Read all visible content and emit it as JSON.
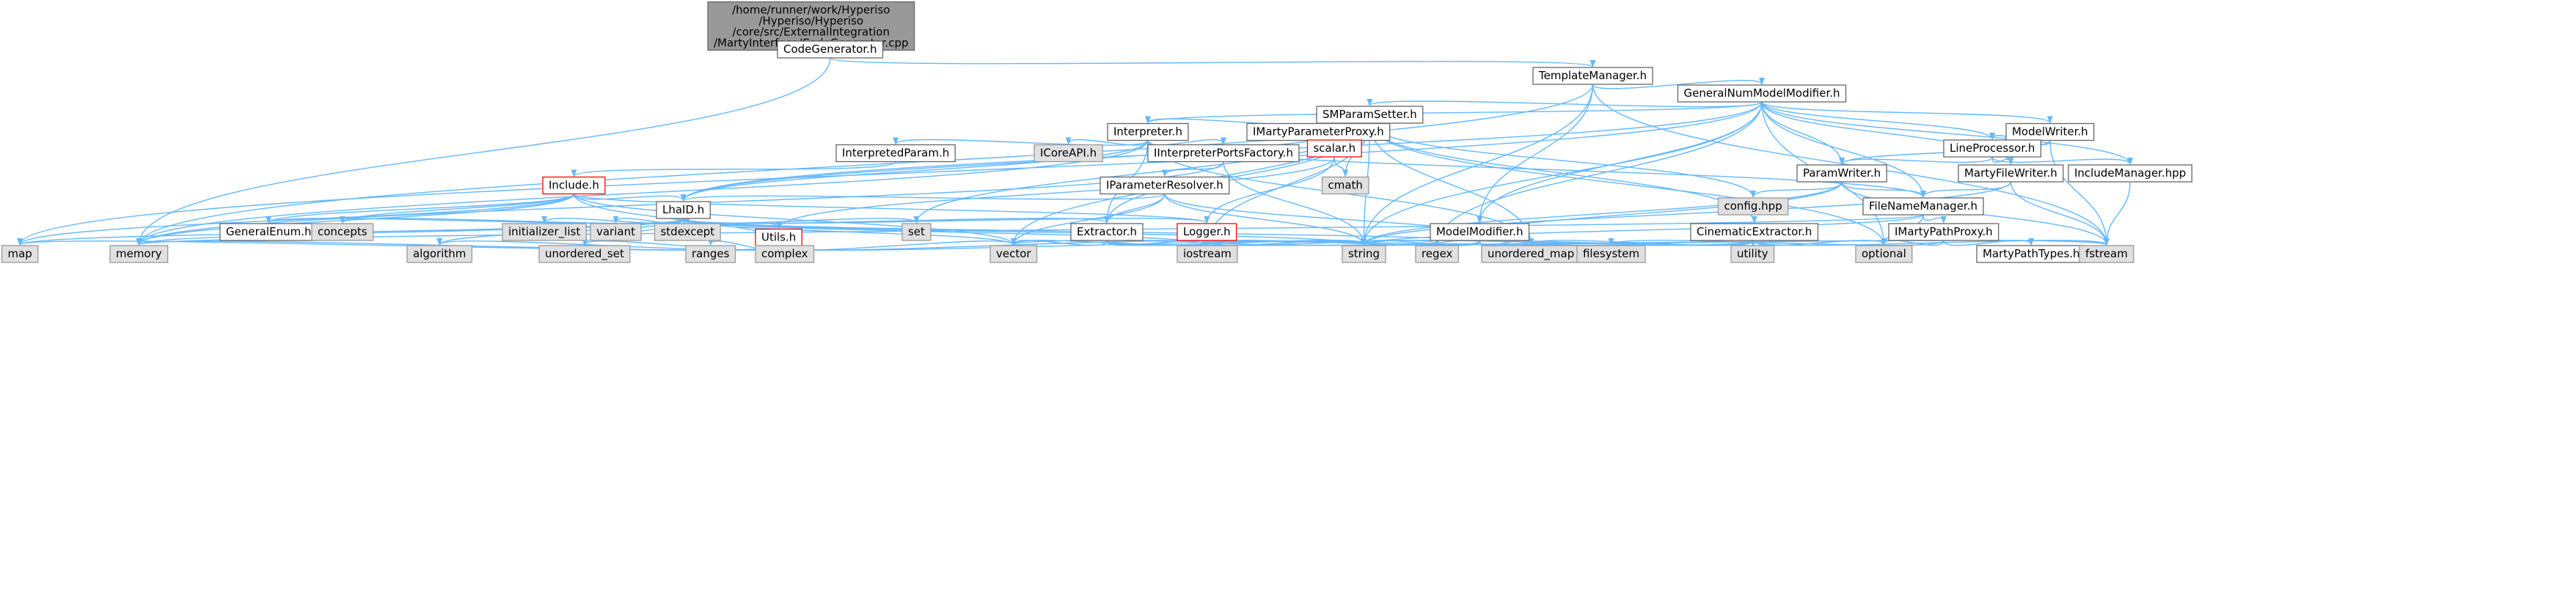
{
  "colors": {
    "edge": "#63b8ff",
    "root_fill": "#999999",
    "node_fill": "#ffffff",
    "node_stroke": "#666666",
    "system_fill": "#e0e0e0",
    "system_stroke": "#999999",
    "truncated_stroke": "#ff0000"
  },
  "nodes": [
    {
      "id": "root",
      "lines": [
        "/home/runner/work/Hyperiso",
        "/Hyperiso/Hyperiso",
        "/core/src/ExternalIntegration",
        "/MartyInterface/CodeGenerator.cpp"
      ],
      "kind": "root"
    },
    {
      "id": "codegen",
      "label": "CodeGenerator.h",
      "kind": "header"
    },
    {
      "id": "templmgr",
      "label": "TemplateManager.h",
      "kind": "header"
    },
    {
      "id": "gnmm",
      "label": "GeneralNumModelModifier.h",
      "kind": "header"
    },
    {
      "id": "smps",
      "label": "SMParamSetter.h",
      "kind": "header"
    },
    {
      "id": "interp",
      "label": "Interpreter.h",
      "kind": "header"
    },
    {
      "id": "imarty",
      "label": "IMartyParameterProxy.h",
      "kind": "header"
    },
    {
      "id": "scalar",
      "label": "scalar.h",
      "kind": "truncated"
    },
    {
      "id": "modelwriter",
      "label": "ModelWriter.h",
      "kind": "header"
    },
    {
      "id": "lineproc",
      "label": "LineProcessor.h",
      "kind": "header"
    },
    {
      "id": "includemgr",
      "label": "IncludeManager.hpp",
      "kind": "header"
    },
    {
      "id": "paramwriter",
      "label": "ParamWriter.h",
      "kind": "header"
    },
    {
      "id": "martyfw",
      "label": "MartyFileWriter.h",
      "kind": "header"
    },
    {
      "id": "interpparam",
      "label": "InterpretedParam.h",
      "kind": "header"
    },
    {
      "id": "icoreapi",
      "label": "ICoreAPI.h",
      "kind": "system"
    },
    {
      "id": "iipf",
      "label": "IInterpreterPortsFactory.h",
      "kind": "header"
    },
    {
      "id": "iparamres",
      "label": "IParameterResolver.h",
      "kind": "header"
    },
    {
      "id": "include",
      "label": "Include.h",
      "kind": "truncated"
    },
    {
      "id": "cmath",
      "label": "cmath",
      "kind": "system"
    },
    {
      "id": "config",
      "label": "config.hpp",
      "kind": "system"
    },
    {
      "id": "filenamemgr",
      "label": "FileNameManager.h",
      "kind": "header"
    },
    {
      "id": "lhaid",
      "label": "LhaID.h",
      "kind": "header"
    },
    {
      "id": "generalenum",
      "label": "GeneralEnum.h",
      "kind": "header"
    },
    {
      "id": "concepts",
      "label": "concepts",
      "kind": "system"
    },
    {
      "id": "initlist",
      "label": "initializer_list",
      "kind": "system"
    },
    {
      "id": "variant",
      "label": "variant",
      "kind": "system"
    },
    {
      "id": "stdexcept",
      "label": "stdexcept",
      "kind": "system"
    },
    {
      "id": "set",
      "label": "set",
      "kind": "system"
    },
    {
      "id": "extractor",
      "label": "Extractor.h",
      "kind": "header"
    },
    {
      "id": "logger",
      "label": "Logger.h",
      "kind": "truncated"
    },
    {
      "id": "utils",
      "label": "Utils.h",
      "kind": "truncated"
    },
    {
      "id": "modelmod",
      "label": "ModelModifier.h",
      "kind": "header"
    },
    {
      "id": "cinext",
      "label": "CinematicExtractor.h",
      "kind": "header"
    },
    {
      "id": "imartypp",
      "label": "IMartyPathProxy.h",
      "kind": "header"
    },
    {
      "id": "martypt",
      "label": "MartyPathTypes.h",
      "kind": "header"
    },
    {
      "id": "map",
      "label": "map",
      "kind": "system"
    },
    {
      "id": "memory",
      "label": "memory",
      "kind": "system"
    },
    {
      "id": "algorithm",
      "label": "algorithm",
      "kind": "system"
    },
    {
      "id": "unordset",
      "label": "unordered_set",
      "kind": "system"
    },
    {
      "id": "ranges",
      "label": "ranges",
      "kind": "system"
    },
    {
      "id": "complex",
      "label": "complex",
      "kind": "system"
    },
    {
      "id": "vector",
      "label": "vector",
      "kind": "system"
    },
    {
      "id": "iostream",
      "label": "iostream",
      "kind": "system"
    },
    {
      "id": "string",
      "label": "string",
      "kind": "system"
    },
    {
      "id": "regex",
      "label": "regex",
      "kind": "system"
    },
    {
      "id": "unordmap",
      "label": "unordered_map",
      "kind": "system"
    },
    {
      "id": "filesystem",
      "label": "filesystem",
      "kind": "system"
    },
    {
      "id": "utility",
      "label": "utility",
      "kind": "system"
    },
    {
      "id": "optional",
      "label": "optional",
      "kind": "system"
    },
    {
      "id": "fstream",
      "label": "fstream",
      "kind": "system"
    }
  ],
  "edges": [
    [
      "root",
      "codegen"
    ],
    [
      "codegen",
      "templmgr"
    ],
    [
      "codegen",
      "memory"
    ],
    [
      "templmgr",
      "gnmm"
    ],
    [
      "templmgr",
      "modelmod"
    ],
    [
      "templmgr",
      "string"
    ],
    [
      "templmgr",
      "memory"
    ],
    [
      "templmgr",
      "fstream"
    ],
    [
      "gnmm",
      "smps"
    ],
    [
      "gnmm",
      "interp"
    ],
    [
      "gnmm",
      "modelwriter"
    ],
    [
      "gnmm",
      "lineproc"
    ],
    [
      "gnmm",
      "includemgr"
    ],
    [
      "gnmm",
      "paramwriter"
    ],
    [
      "gnmm",
      "martyfw"
    ],
    [
      "gnmm",
      "filenamemgr"
    ],
    [
      "gnmm",
      "modelmod"
    ],
    [
      "gnmm",
      "lhaid"
    ],
    [
      "gnmm",
      "map"
    ],
    [
      "gnmm",
      "string"
    ],
    [
      "gnmm",
      "regex"
    ],
    [
      "gnmm",
      "optional"
    ],
    [
      "smps",
      "interp"
    ],
    [
      "smps",
      "imarty"
    ],
    [
      "smps",
      "cmath"
    ],
    [
      "smps",
      "config"
    ],
    [
      "smps",
      "extractor"
    ],
    [
      "smps",
      "cinext"
    ],
    [
      "smps",
      "set"
    ],
    [
      "smps",
      "vector"
    ],
    [
      "smps",
      "string"
    ],
    [
      "smps",
      "iostream"
    ],
    [
      "smps",
      "optional"
    ],
    [
      "smps",
      "lhaid"
    ],
    [
      "smps",
      "unordmap"
    ],
    [
      "imarty",
      "scalar"
    ],
    [
      "scalar",
      "cmath"
    ],
    [
      "scalar",
      "logger"
    ],
    [
      "scalar",
      "utils"
    ],
    [
      "interp",
      "interpparam"
    ],
    [
      "interp",
      "icoreapi"
    ],
    [
      "interp",
      "iipf"
    ],
    [
      "interp",
      "lhaid"
    ],
    [
      "interp",
      "filenamemgr"
    ],
    [
      "interp",
      "extractor"
    ],
    [
      "interp",
      "memory"
    ],
    [
      "interp",
      "unordmap"
    ],
    [
      "interpparam",
      "include"
    ],
    [
      "iipf",
      "iparamres"
    ],
    [
      "iipf",
      "memory"
    ],
    [
      "iipf",
      "string"
    ],
    [
      "iparamres",
      "lhaid"
    ],
    [
      "iparamres",
      "extractor"
    ],
    [
      "iparamres",
      "string"
    ],
    [
      "iparamres",
      "vector"
    ],
    [
      "iparamres",
      "unordmap"
    ],
    [
      "include",
      "lhaid"
    ],
    [
      "include",
      "generalenum"
    ],
    [
      "include",
      "concepts"
    ],
    [
      "include",
      "logger"
    ],
    [
      "include",
      "vector"
    ],
    [
      "include",
      "map"
    ],
    [
      "include",
      "memory"
    ],
    [
      "include",
      "complex"
    ],
    [
      "lhaid",
      "generalenum"
    ],
    [
      "lhaid",
      "concepts"
    ],
    [
      "lhaid",
      "initlist"
    ],
    [
      "lhaid",
      "variant"
    ],
    [
      "lhaid",
      "stdexcept"
    ],
    [
      "lhaid",
      "set"
    ],
    [
      "lhaid",
      "utils"
    ],
    [
      "lhaid",
      "logger"
    ],
    [
      "lhaid",
      "extractor"
    ],
    [
      "lhaid",
      "map"
    ],
    [
      "lhaid",
      "memory"
    ],
    [
      "lhaid",
      "algorithm"
    ],
    [
      "lhaid",
      "unordset"
    ],
    [
      "lhaid",
      "ranges"
    ],
    [
      "lhaid",
      "vector"
    ],
    [
      "lhaid",
      "iostream"
    ],
    [
      "lhaid",
      "string"
    ],
    [
      "lhaid",
      "unordmap"
    ],
    [
      "utils",
      "map"
    ],
    [
      "utils",
      "memory"
    ],
    [
      "utils",
      "algorithm"
    ],
    [
      "utils",
      "unordset"
    ],
    [
      "utils",
      "ranges"
    ],
    [
      "utils",
      "complex"
    ],
    [
      "utils",
      "vector"
    ],
    [
      "utils",
      "iostream"
    ],
    [
      "utils",
      "string"
    ],
    [
      "extractor",
      "vector"
    ],
    [
      "extractor",
      "string"
    ],
    [
      "extractor",
      "fstream"
    ],
    [
      "extractor",
      "iostream"
    ],
    [
      "logger",
      "string"
    ],
    [
      "logger",
      "iostream"
    ],
    [
      "logger",
      "fstream"
    ],
    [
      "logger",
      "vector"
    ],
    [
      "logger",
      "regex"
    ],
    [
      "modelwriter",
      "lineproc"
    ],
    [
      "modelwriter",
      "paramwriter"
    ],
    [
      "modelwriter",
      "fstream"
    ],
    [
      "lineproc",
      "paramwriter"
    ],
    [
      "lineproc",
      "includemgr"
    ],
    [
      "lineproc",
      "martyfw"
    ],
    [
      "includemgr",
      "fstream"
    ],
    [
      "paramwriter",
      "config"
    ],
    [
      "paramwriter",
      "filenamemgr"
    ],
    [
      "paramwriter",
      "string"
    ],
    [
      "paramwriter",
      "fstream"
    ],
    [
      "paramwriter",
      "regex"
    ],
    [
      "martyfw",
      "filenamemgr"
    ],
    [
      "martyfw",
      "fstream"
    ],
    [
      "martyfw",
      "string"
    ],
    [
      "filenamemgr",
      "imartypp"
    ],
    [
      "filenamemgr",
      "memory"
    ],
    [
      "filenamemgr",
      "string"
    ],
    [
      "filenamemgr",
      "optional"
    ],
    [
      "imartypp",
      "martypt"
    ],
    [
      "imartypp",
      "optional"
    ],
    [
      "imartypp",
      "filesystem"
    ],
    [
      "modelmod",
      "string"
    ],
    [
      "modelmod",
      "unordmap"
    ],
    [
      "modelmod",
      "iostream"
    ],
    [
      "cinext",
      "string"
    ],
    [
      "cinext",
      "vector"
    ],
    [
      "cinext",
      "utility"
    ],
    [
      "cinext",
      "optional"
    ],
    [
      "cinext",
      "unordmap"
    ],
    [
      "cinext",
      "regex"
    ],
    [
      "cinext",
      "fstream"
    ]
  ]
}
